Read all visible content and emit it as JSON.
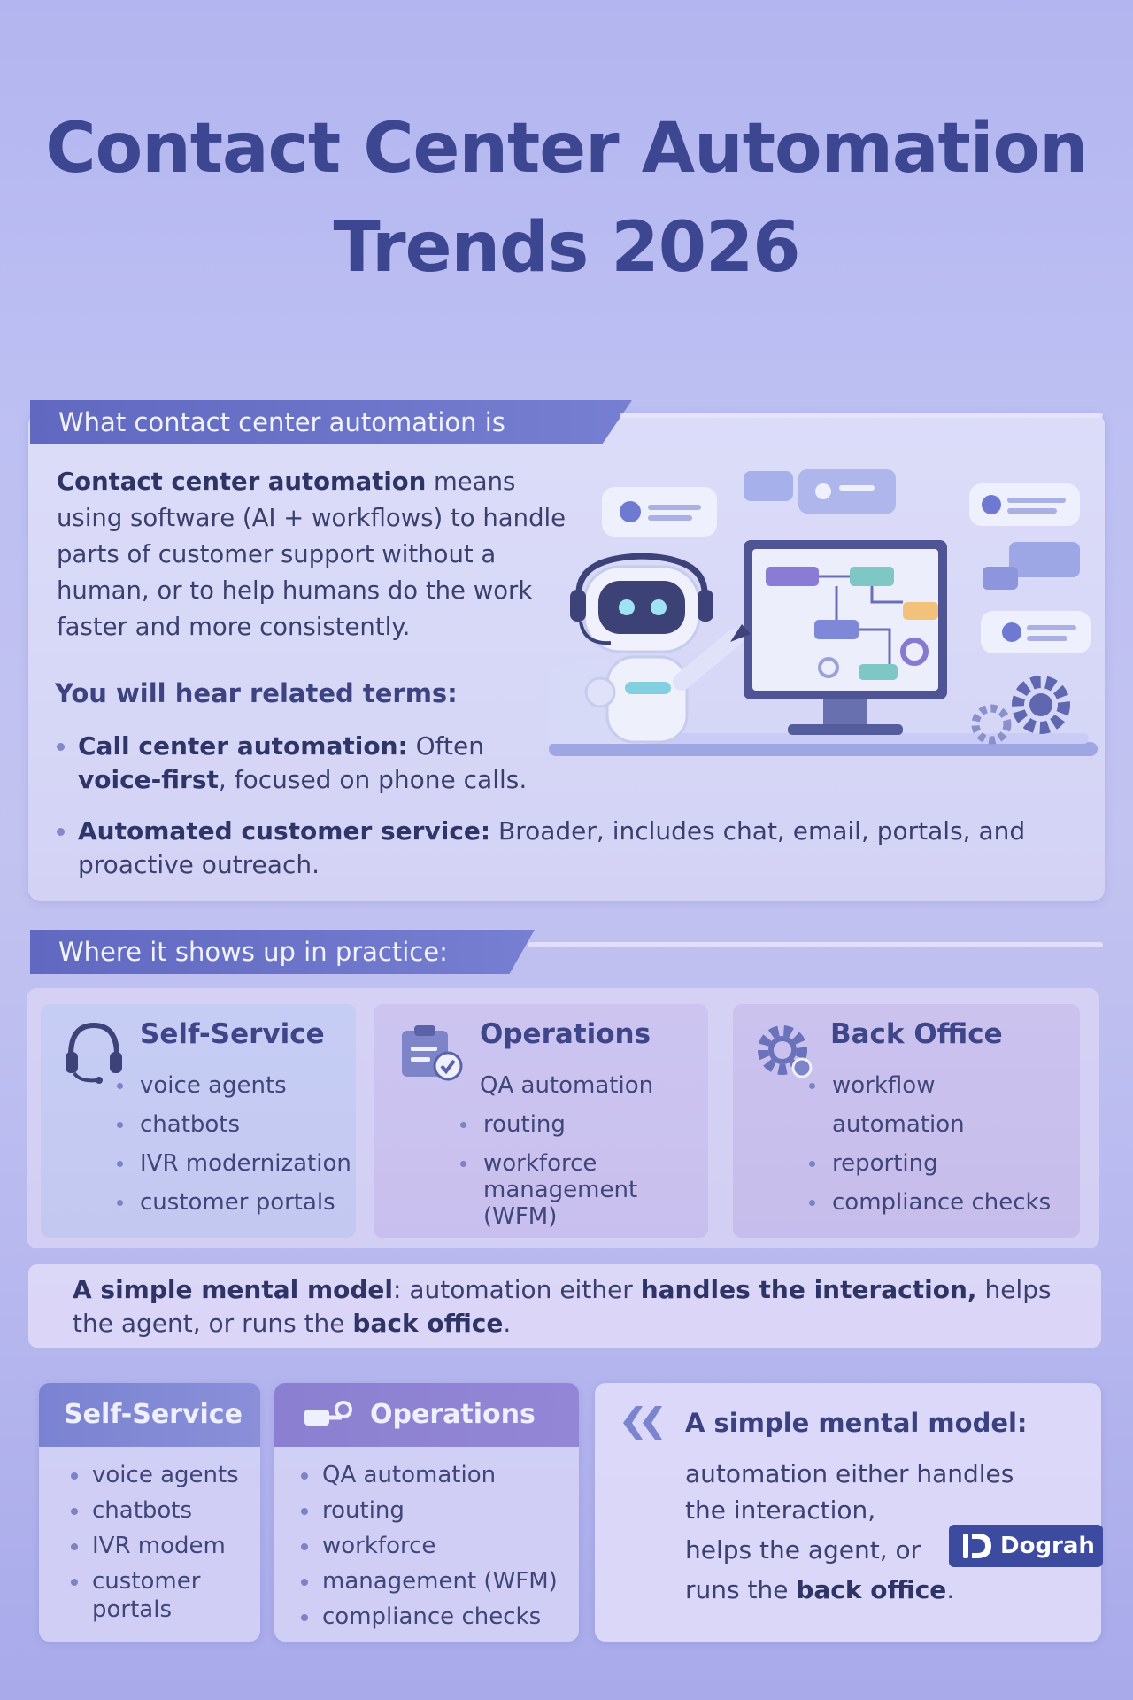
{
  "title": {
    "line1": "Contact Center Automation",
    "line2": "Trends 2026"
  },
  "section1": {
    "tab": "What contact center automation is",
    "intro_bold": "Contact center automation",
    "intro_rest": " means using software (AI + workflows) to handle parts of customer support without a human, or to help humans do the work faster and more consistently.",
    "related_title": "You will hear related terms:",
    "terms": [
      {
        "bold": "Call center automation:",
        "text": " Often ",
        "bold2": "voice-first",
        "text2": ", focused on phone calls."
      },
      {
        "bold": "Automated customer service:",
        "text": " Broader, includes chat, email, portals, and proactive outreach."
      }
    ]
  },
  "section2": {
    "tab": "Where it shows up in practice:",
    "cards": [
      {
        "title": "Self-Service",
        "items": [
          "voice agents",
          "chatbots",
          "IVR modernization",
          "customer portals"
        ]
      },
      {
        "title": "Operations",
        "items": [
          "QA automation",
          "routing",
          "workforce management (WFM)"
        ]
      },
      {
        "title": "Back Office",
        "items": [
          "workflow automation",
          "reporting",
          "compliance checks"
        ]
      }
    ],
    "model": {
      "bold1": "A simple mental model",
      "text1": ": automation either ",
      "bold2": "handles the interaction,",
      "text2": " helps the agent, or runs the ",
      "bold3": "back office",
      "text3": "."
    }
  },
  "section3": {
    "cards": [
      {
        "title": "Self-Service",
        "items": [
          "voice agents",
          "chatbots",
          "IVR modem",
          "customer portals"
        ]
      },
      {
        "title": "Operations",
        "items": [
          "QA automation",
          "routing",
          "workforce",
          "management (WFM)",
          "compliance checks"
        ]
      }
    ],
    "quote": {
      "title": "A simple mental model:",
      "line1": "automation either handles the interaction,",
      "line2": "helps the agent, or",
      "line3_pre": "runs the ",
      "line3_bold": "back office",
      "line3_post": "."
    },
    "logo": "Dograh"
  },
  "colors": {
    "accent": "#6068c0",
    "title": "#3d4690",
    "logo_bg": "#3c4aa0"
  }
}
